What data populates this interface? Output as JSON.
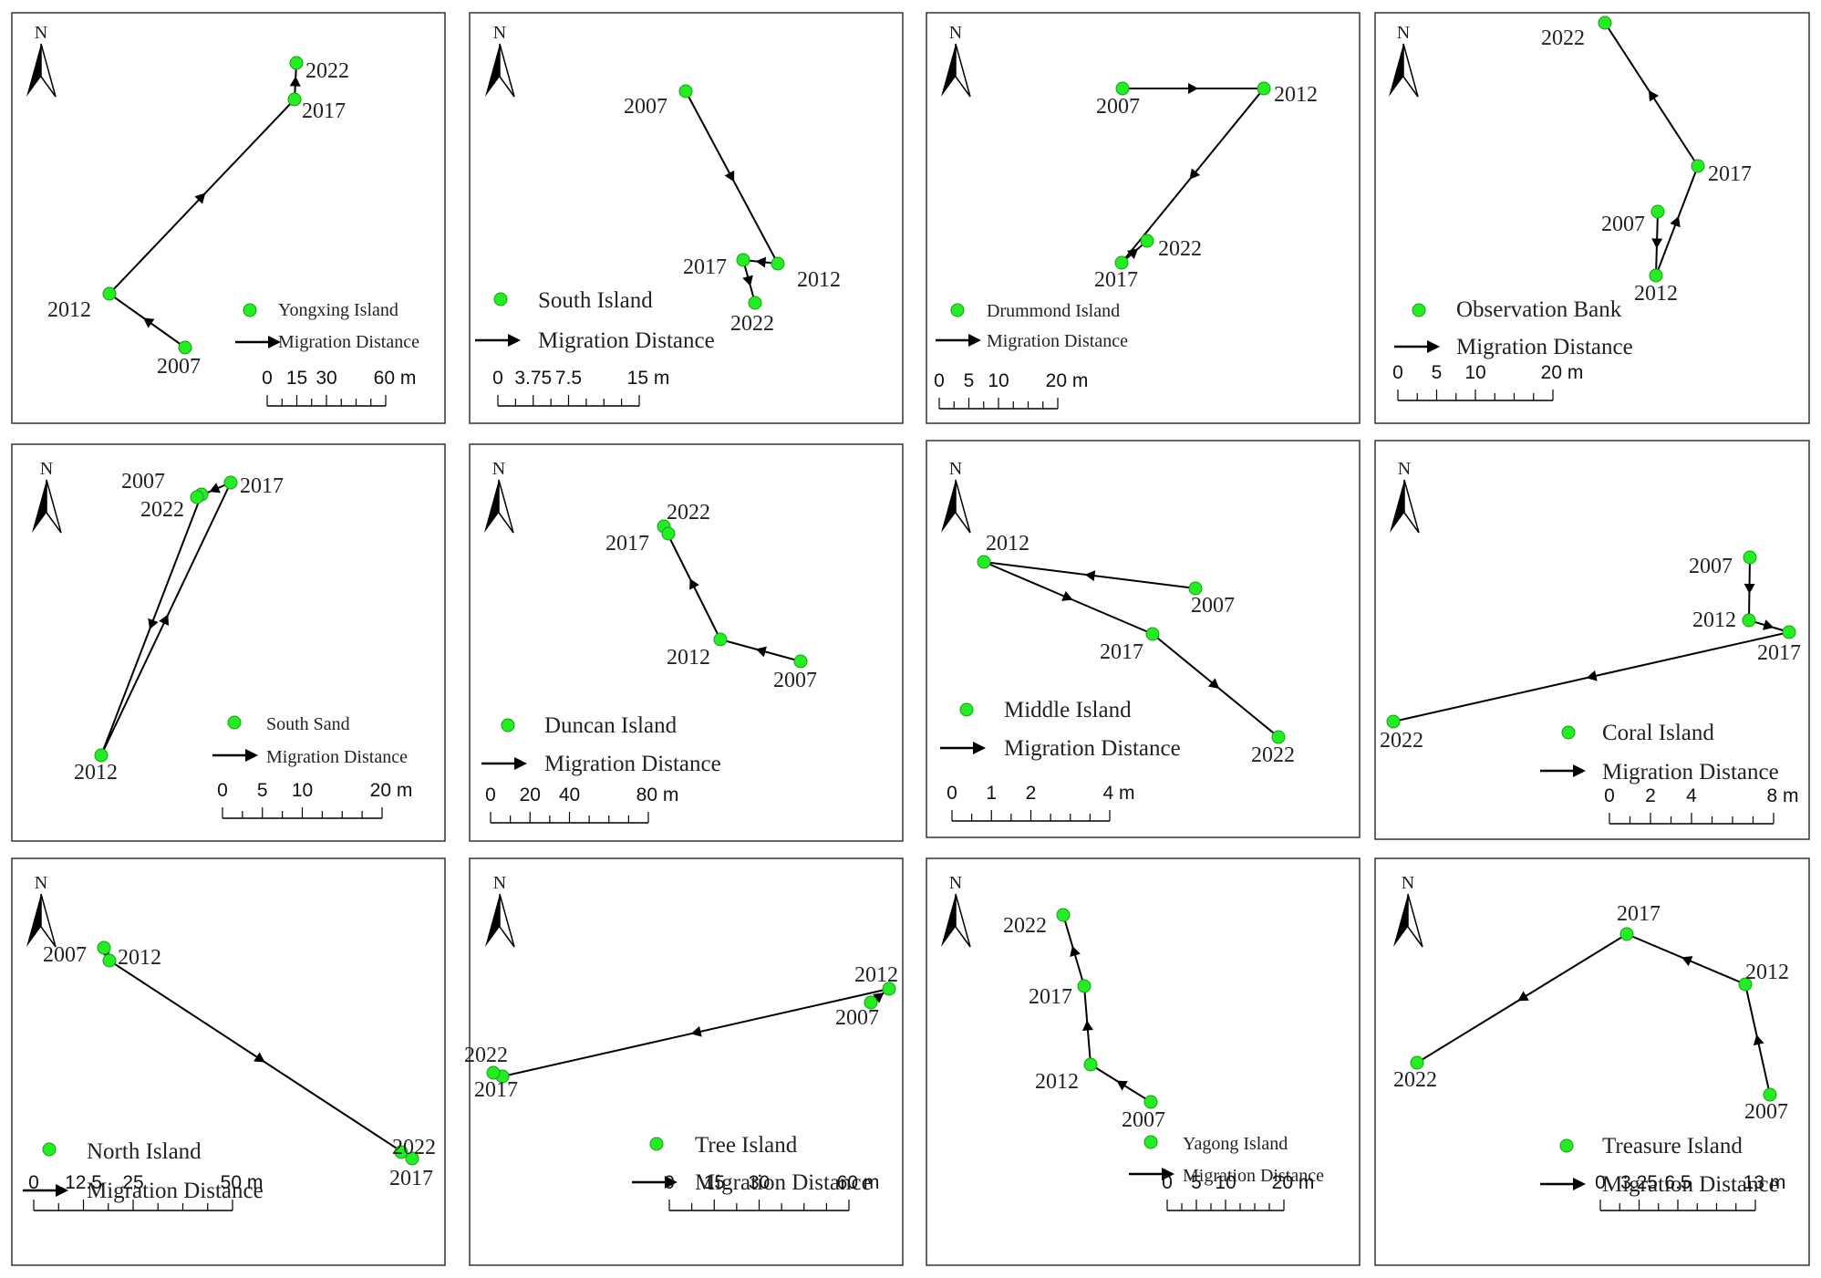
{
  "colors": {
    "point": "#22ee22",
    "point_stroke": "#1a9a1a",
    "line": "#000000",
    "frame": "#333333"
  },
  "north_label": "N",
  "panels": [
    {
      "name": "yongxing",
      "points": [
        {
          "year": "2007"
        },
        {
          "year": "2012"
        },
        {
          "year": "2017"
        },
        {
          "year": "2022"
        }
      ],
      "legend": {
        "point_label": "Yongxing Island",
        "line_label": "Migration Distance"
      },
      "scale": {
        "labels": [
          "0",
          "15",
          "30",
          "60"
        ],
        "unit": "m"
      }
    },
    {
      "name": "south-island",
      "points": [
        {
          "year": "2007"
        },
        {
          "year": "2012"
        },
        {
          "year": "2017"
        },
        {
          "year": "2022"
        }
      ],
      "legend": {
        "point_label": "South Island",
        "line_label": "Migration Distance"
      },
      "scale": {
        "labels": [
          "0",
          "3.75",
          "7.5",
          "15"
        ],
        "unit": "m"
      }
    },
    {
      "name": "drummond",
      "points": [
        {
          "year": "2007"
        },
        {
          "year": "2012"
        },
        {
          "year": "2017"
        },
        {
          "year": "2022"
        }
      ],
      "legend": {
        "point_label": "Drummond Island",
        "line_label": "Migration Distance"
      },
      "scale": {
        "labels": [
          "0",
          "5",
          "10",
          "20"
        ],
        "unit": "m"
      }
    },
    {
      "name": "observation-bank",
      "points": [
        {
          "year": "2007"
        },
        {
          "year": "2012"
        },
        {
          "year": "2017"
        },
        {
          "year": "2022"
        }
      ],
      "legend": {
        "point_label": "Observation Bank",
        "line_label": "Migration Distance"
      },
      "scale": {
        "labels": [
          "0",
          "5",
          "10",
          "20"
        ],
        "unit": "m"
      }
    },
    {
      "name": "south-sand",
      "points": [
        {
          "year": "2007"
        },
        {
          "year": "2012"
        },
        {
          "year": "2017"
        },
        {
          "year": "2022"
        }
      ],
      "legend": {
        "point_label": "South Sand",
        "line_label": "Migration Distance"
      },
      "scale": {
        "labels": [
          "0",
          "5",
          "10",
          "20"
        ],
        "unit": "m"
      }
    },
    {
      "name": "duncan",
      "points": [
        {
          "year": "2007"
        },
        {
          "year": "2012"
        },
        {
          "year": "2017"
        },
        {
          "year": "2022"
        }
      ],
      "legend": {
        "point_label": "Duncan Island",
        "line_label": "Migration Distance"
      },
      "scale": {
        "labels": [
          "0",
          "20",
          "40",
          "80"
        ],
        "unit": "m"
      }
    },
    {
      "name": "middle",
      "points": [
        {
          "year": "2007"
        },
        {
          "year": "2012"
        },
        {
          "year": "2017"
        },
        {
          "year": "2022"
        }
      ],
      "legend": {
        "point_label": "Middle Island",
        "line_label": "Migration Distance"
      },
      "scale": {
        "labels": [
          "0",
          "1",
          "2",
          "4"
        ],
        "unit": "m"
      }
    },
    {
      "name": "coral",
      "points": [
        {
          "year": "2007"
        },
        {
          "year": "2012"
        },
        {
          "year": "2017"
        },
        {
          "year": "2022"
        }
      ],
      "legend": {
        "point_label": "Coral Island",
        "line_label": "Migration Distance"
      },
      "scale": {
        "labels": [
          "0",
          "2",
          "4",
          "8"
        ],
        "unit": "m"
      }
    },
    {
      "name": "north",
      "points": [
        {
          "year": "2007"
        },
        {
          "year": "2012"
        },
        {
          "year": "2017"
        },
        {
          "year": "2022"
        }
      ],
      "legend": {
        "point_label": "North Island",
        "line_label": "Migration Distance"
      },
      "scale": {
        "labels": [
          "0",
          "12.5",
          "25",
          "50"
        ],
        "unit": "m"
      }
    },
    {
      "name": "tree",
      "points": [
        {
          "year": "2007"
        },
        {
          "year": "2012"
        },
        {
          "year": "2017"
        },
        {
          "year": "2022"
        }
      ],
      "legend": {
        "point_label": "Tree Island",
        "line_label": "Migration Distance"
      },
      "scale": {
        "labels": [
          "0",
          "15",
          "30",
          "60"
        ],
        "unit": "m"
      }
    },
    {
      "name": "yagong",
      "points": [
        {
          "year": "2007"
        },
        {
          "year": "2012"
        },
        {
          "year": "2017"
        },
        {
          "year": "2022"
        }
      ],
      "legend": {
        "point_label": "Yagong Island",
        "line_label": "Migration Distance"
      },
      "scale": {
        "labels": [
          "0",
          "5",
          "10",
          "20"
        ],
        "unit": "m"
      }
    },
    {
      "name": "treasure",
      "points": [
        {
          "year": "2007"
        },
        {
          "year": "2012"
        },
        {
          "year": "2017"
        },
        {
          "year": "2022"
        }
      ],
      "legend": {
        "point_label": "Treasure Island",
        "line_label": "Migration Distance"
      },
      "scale": {
        "labels": [
          "0",
          "3.25",
          "6.5",
          "13"
        ],
        "unit": "m"
      }
    }
  ]
}
